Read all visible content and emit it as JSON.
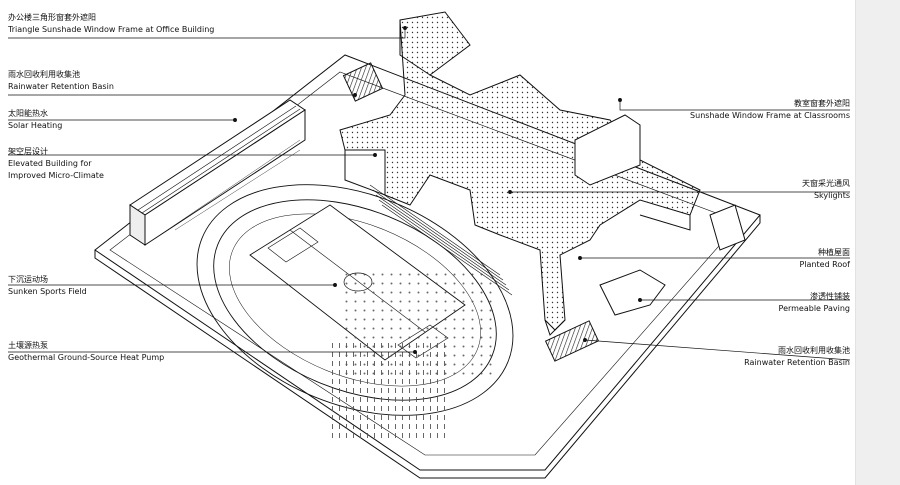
{
  "colors": {
    "line": "#111111",
    "background": "#ffffff",
    "strip": "#efefef",
    "hatch": "#333333"
  },
  "labels_left": [
    {
      "id": "triangle-sunshade",
      "zh": "办公楼三角形窗套外遮阳",
      "en": "Triangle Sunshade Window Frame at Office Building"
    },
    {
      "id": "rainwater-basin-top",
      "zh": "雨水回收利用收集池",
      "en": "Rainwater Retention Basin"
    },
    {
      "id": "solar-heating",
      "zh": "太阳能热水",
      "en": "Solar Heating"
    },
    {
      "id": "elevated-building",
      "zh": "架空层设计",
      "en": "Elevated Building for",
      "en2": "Improved Micro-Climate"
    },
    {
      "id": "sunken-field",
      "zh": "下沉运动场",
      "en": "Sunken Sports Field"
    },
    {
      "id": "geothermal",
      "zh": "土壤源热泵",
      "en": "Geothermal Ground-Source Heat Pump"
    }
  ],
  "labels_right": [
    {
      "id": "classroom-sunshade",
      "zh": "教室窗套外遮阳",
      "en": "Sunshade Window Frame at Classrooms"
    },
    {
      "id": "skylights",
      "zh": "天窗采光通风",
      "en": "Skylights"
    },
    {
      "id": "planted-roof",
      "zh": "种植屋面",
      "en": "Planted Roof"
    },
    {
      "id": "permeable-paving",
      "zh": "渗透性铺装",
      "en": "Permeable Paving"
    },
    {
      "id": "rainwater-basin-bottom",
      "zh": "雨水回收利用收集池",
      "en": "Rainwater Retention Basin"
    }
  ]
}
